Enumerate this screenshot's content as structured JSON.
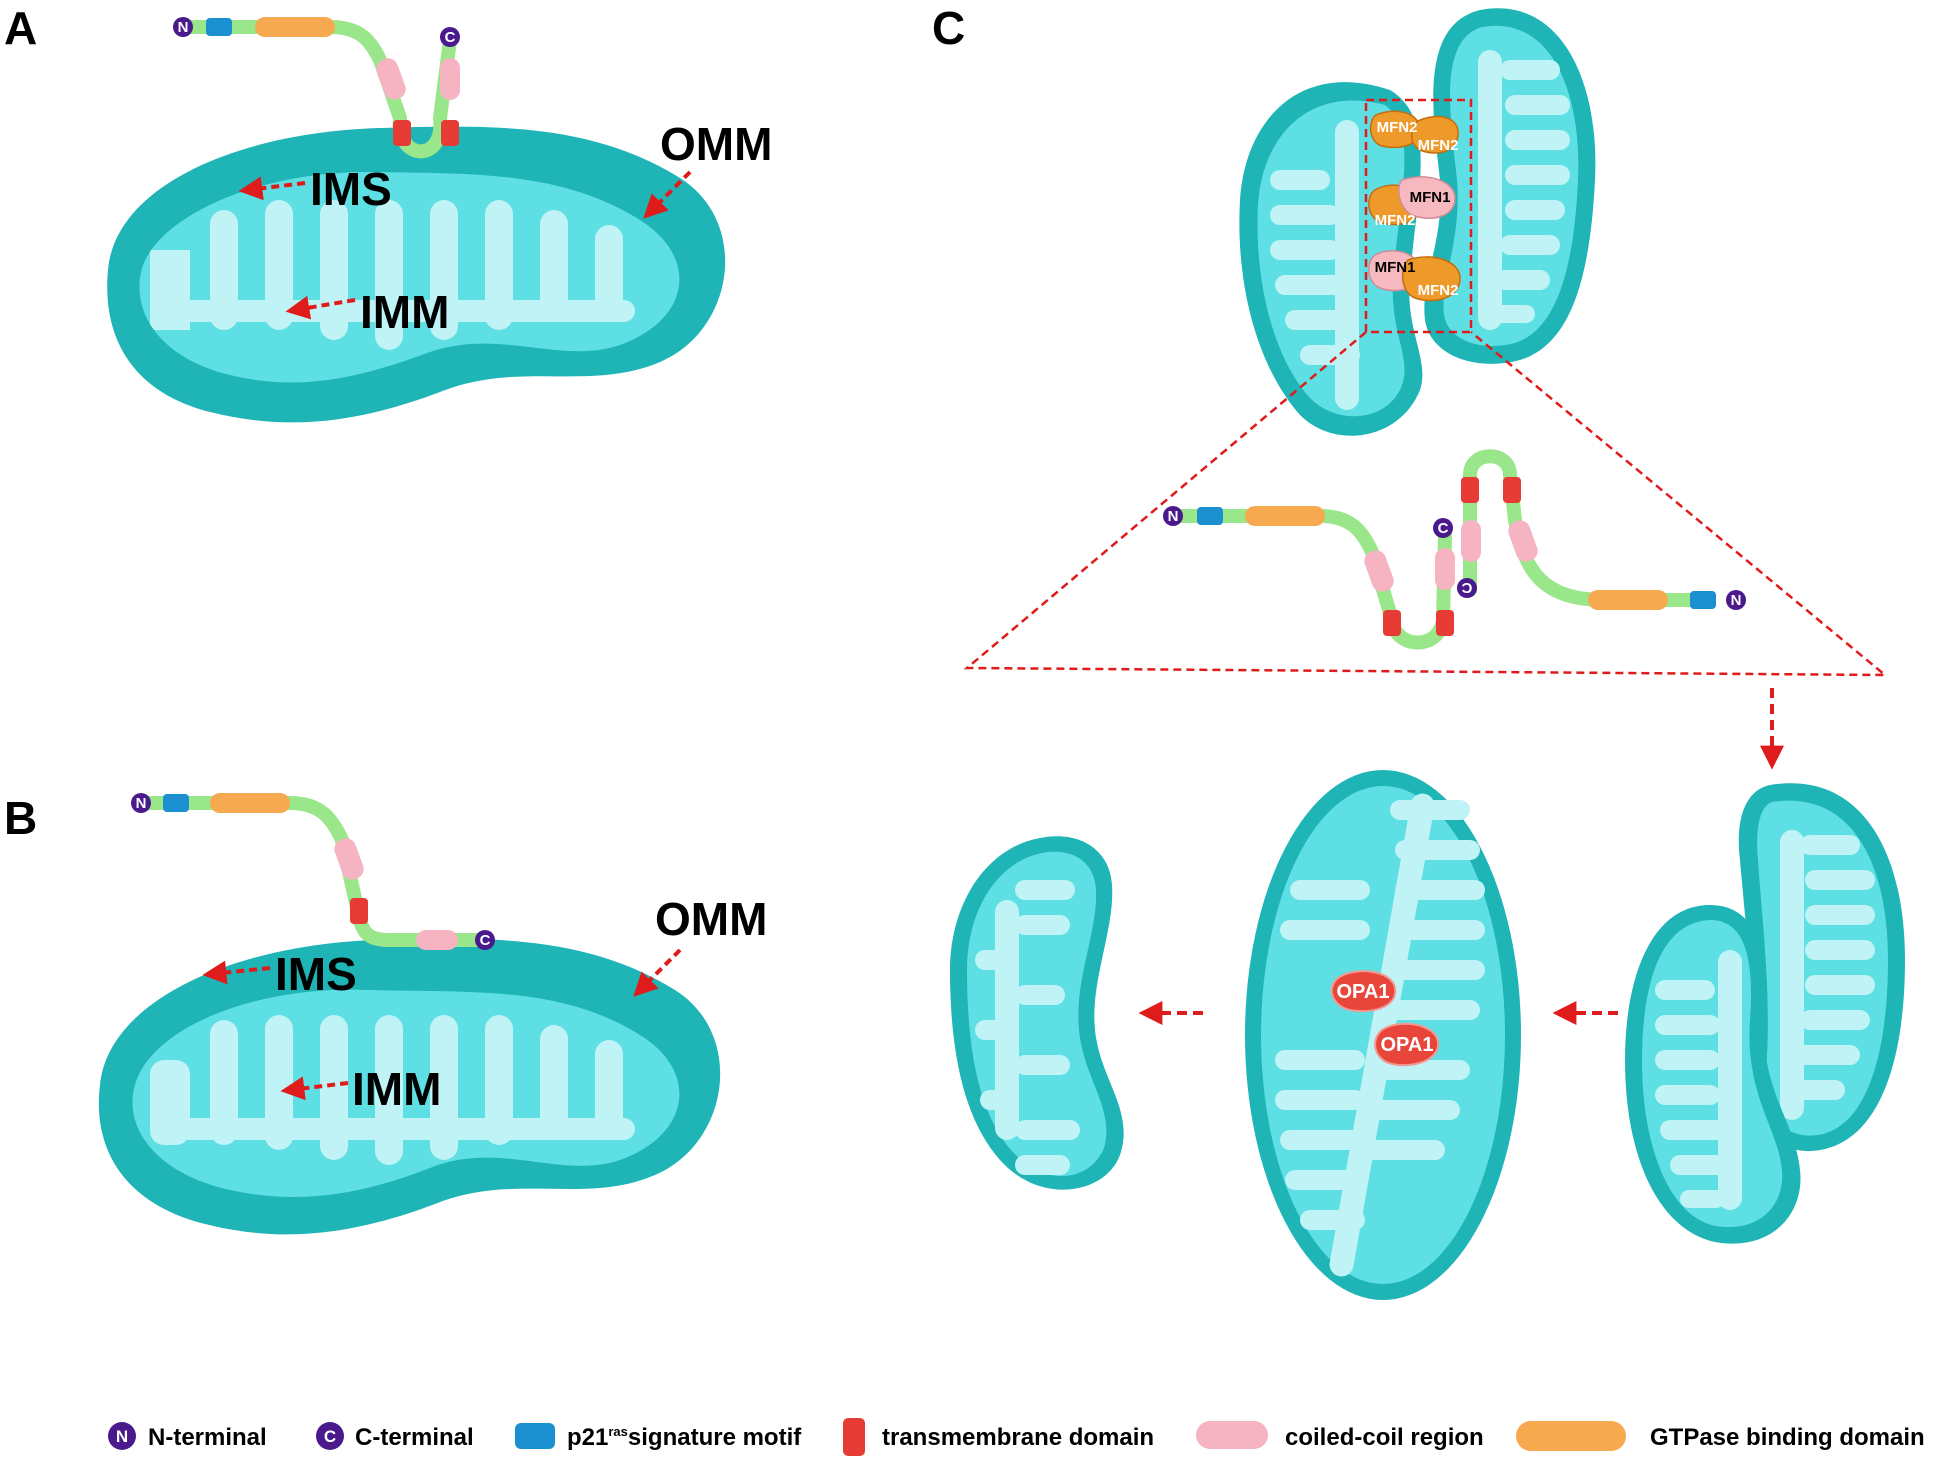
{
  "panels": {
    "a": "A",
    "b": "B",
    "c": "C"
  },
  "labels": {
    "omm": "OMM",
    "ims": "IMS",
    "imm": "IMM"
  },
  "terminals": {
    "n": "N",
    "c": "C"
  },
  "proteins": {
    "mfn1": "MFN1",
    "mfn2": "MFN2",
    "opa1": "OPA1"
  },
  "legend": {
    "n_terminal": "N-terminal",
    "c_terminal": "C-terminal",
    "p21_prefix": "p21",
    "p21_sup": "ras",
    "p21_suffix": "signature motif",
    "transmembrane": "transmembrane domain",
    "coiled_coil": "coiled-coil region",
    "gtpase": "GTPase binding domain"
  },
  "colors": {
    "outer_membrane": "#1fb4b6",
    "inner_matrix": "#5ddfe4",
    "cristae": "#bff3f5",
    "linker": "#9ae68a",
    "terminal": "#4a1a8c",
    "p21_motif": "#1c8fd0",
    "gtpase": "#f6a94f",
    "coiled_coil": "#f6b4c2",
    "transmembrane": "#e63c35",
    "arrow": "#e01b1b",
    "mfn2": "#ee9a2a",
    "mfn1": "#f7b9c0",
    "opa1": "#e8463b"
  }
}
